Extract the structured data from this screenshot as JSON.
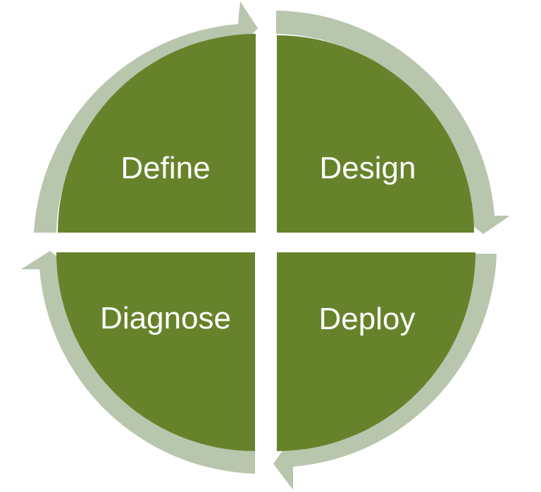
{
  "diagram": {
    "type": "cycle",
    "colors": {
      "segment_fill": "#66832b",
      "arrow_fill": "#b7c6ad",
      "label_text": "#ffffff",
      "background": "#ffffff"
    },
    "stages": [
      {
        "label": "Define"
      },
      {
        "label": "Design"
      },
      {
        "label": "Deploy"
      },
      {
        "label": "Diagnose"
      }
    ],
    "flow_direction": "clockwise",
    "arrow_icons": [
      "arrow-head-icon",
      "arrow-head-icon",
      "arrow-head-icon",
      "arrow-head-icon"
    ]
  }
}
